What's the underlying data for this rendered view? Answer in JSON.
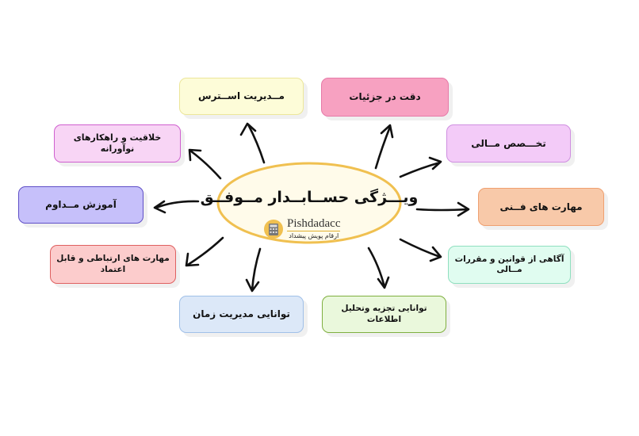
{
  "center": {
    "title": "ویـــژگی حســابــدار مــوفــق",
    "logo_name": "Pishdadacc",
    "logo_tagline": "ارقام پویش پیشداد"
  },
  "nodes": [
    {
      "id": "stress",
      "label": "مــدیریت اســترس",
      "fill": "#fdfcd8",
      "border": "#ece69a"
    },
    {
      "id": "detail",
      "label": "دقت در جزئیات",
      "fill": "#f7a1c1",
      "border": "#e67aa8"
    },
    {
      "id": "creativity",
      "label": "خلاقیت و راهکارهای نوآورانه",
      "fill": "#f8d5f5",
      "border": "#cf5fcf"
    },
    {
      "id": "finance",
      "label": "تخـــصص مــالی",
      "fill": "#f3cbf8",
      "border": "#cf8fe0"
    },
    {
      "id": "learning",
      "label": "آموزش مــداوم",
      "fill": "#c6c0fa",
      "border": "#5f4fc7"
    },
    {
      "id": "technical",
      "label": "مهارت های فــنی",
      "fill": "#f8c9a9",
      "border": "#efa070"
    },
    {
      "id": "communication",
      "label": "مهارت های ارتباطی  و قابل اعتماد",
      "fill": "#fccccc",
      "border": "#df6060"
    },
    {
      "id": "laws",
      "label": "آگاهی از قوانین و مقررات مــالی",
      "fill": "#e0fcf0",
      "border": "#8fdfbf"
    },
    {
      "id": "time",
      "label": "توانایی مدیریت زمان",
      "fill": "#dce8f8",
      "border": "#a0c0e8"
    },
    {
      "id": "analysis",
      "label": "توانایی تجزیه وتحلیل اطلاعات",
      "fill": "#eaf8dc",
      "border": "#7faf3f"
    }
  ]
}
